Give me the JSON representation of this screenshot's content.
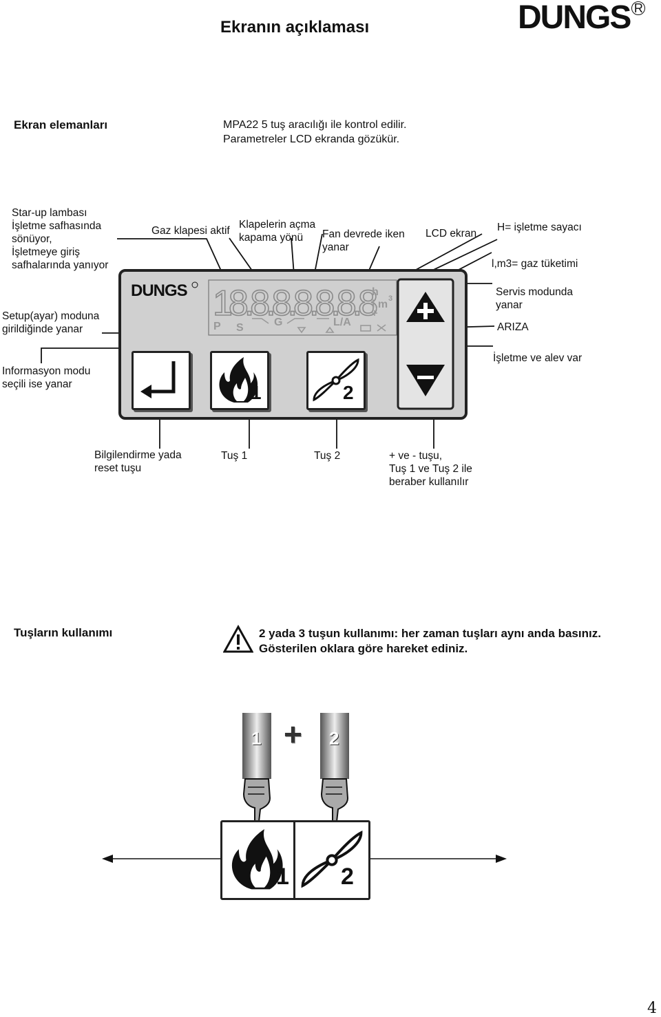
{
  "header": {
    "title": "Ekranın açıklaması",
    "brand": "DUNGS",
    "brand_mark": "R"
  },
  "section1": {
    "heading": "Ekran elemanları",
    "desc_line1": "MPA22 5 tuş aracılığı ile kontrol edilir.",
    "desc_line2": "Parametreler LCD ekranda gözükür."
  },
  "labels": {
    "startup_1": "Star-up lambası",
    "startup_2": "İşletme safhasında",
    "startup_3": "sönüyor,",
    "startup_4": "İşletmeye giriş",
    "startup_5": "safhalarında yanıyor",
    "gas_valve": "Gaz klapesi aktif",
    "valve_dir_1": "Klapelerin açma",
    "valve_dir_2": "kapama yönü",
    "fan_1": "Fan devrede iken",
    "fan_2": "yanar",
    "lcd": "LCD ekran",
    "hours": "H= işletme sayacı",
    "gas_use": "l,m3= gaz tüketimi",
    "setup_1": "Setup(ayar) moduna",
    "setup_2": "girildiğinde yanar",
    "service_1": "Servis modunda",
    "service_2": "yanar",
    "fault": "ARIZA",
    "info_1": "Informasyon modu",
    "info_2": "seçili ise yanar",
    "flame": "İşletme ve alev var",
    "reset_1": "Bilgilendirme yada",
    "reset_2": "reset tuşu",
    "key1": "Tuş 1",
    "key2": "Tuş 2",
    "pm_1": "+ ve - tuşu,",
    "pm_2": "Tuş 1 ve Tuş 2 ile",
    "pm_3": "beraber kullanılır"
  },
  "device": {
    "brand": "DUNGS",
    "lcd_segments": "18.8.8.8.8.8.8",
    "seg_p": "P",
    "seg_s": "S",
    "seg_g": "G",
    "seg_la": "L/A",
    "seg_h": "h",
    "seg_lm": "l,m",
    "seg_3": "3",
    "key1_num": "1",
    "key2_num": "2"
  },
  "section2": {
    "heading": "Tuşların kullanımı",
    "warn_line1": "2 yada 3 tuşun kullanımı: her zaman tuşları aynı anda basınız.",
    "warn_line2": "Gösterilen oklara göre hareket ediniz.",
    "finger1": "1",
    "plus": "+",
    "finger2": "2",
    "key1_num": "1",
    "key2_num": "2"
  },
  "page_number": "4",
  "colors": {
    "panel": "#d0d0d0",
    "panel_border": "#222222",
    "lcd_bg": "#cfcfcf",
    "segment": "#8a8a8a",
    "key_face": "#ffffff"
  }
}
